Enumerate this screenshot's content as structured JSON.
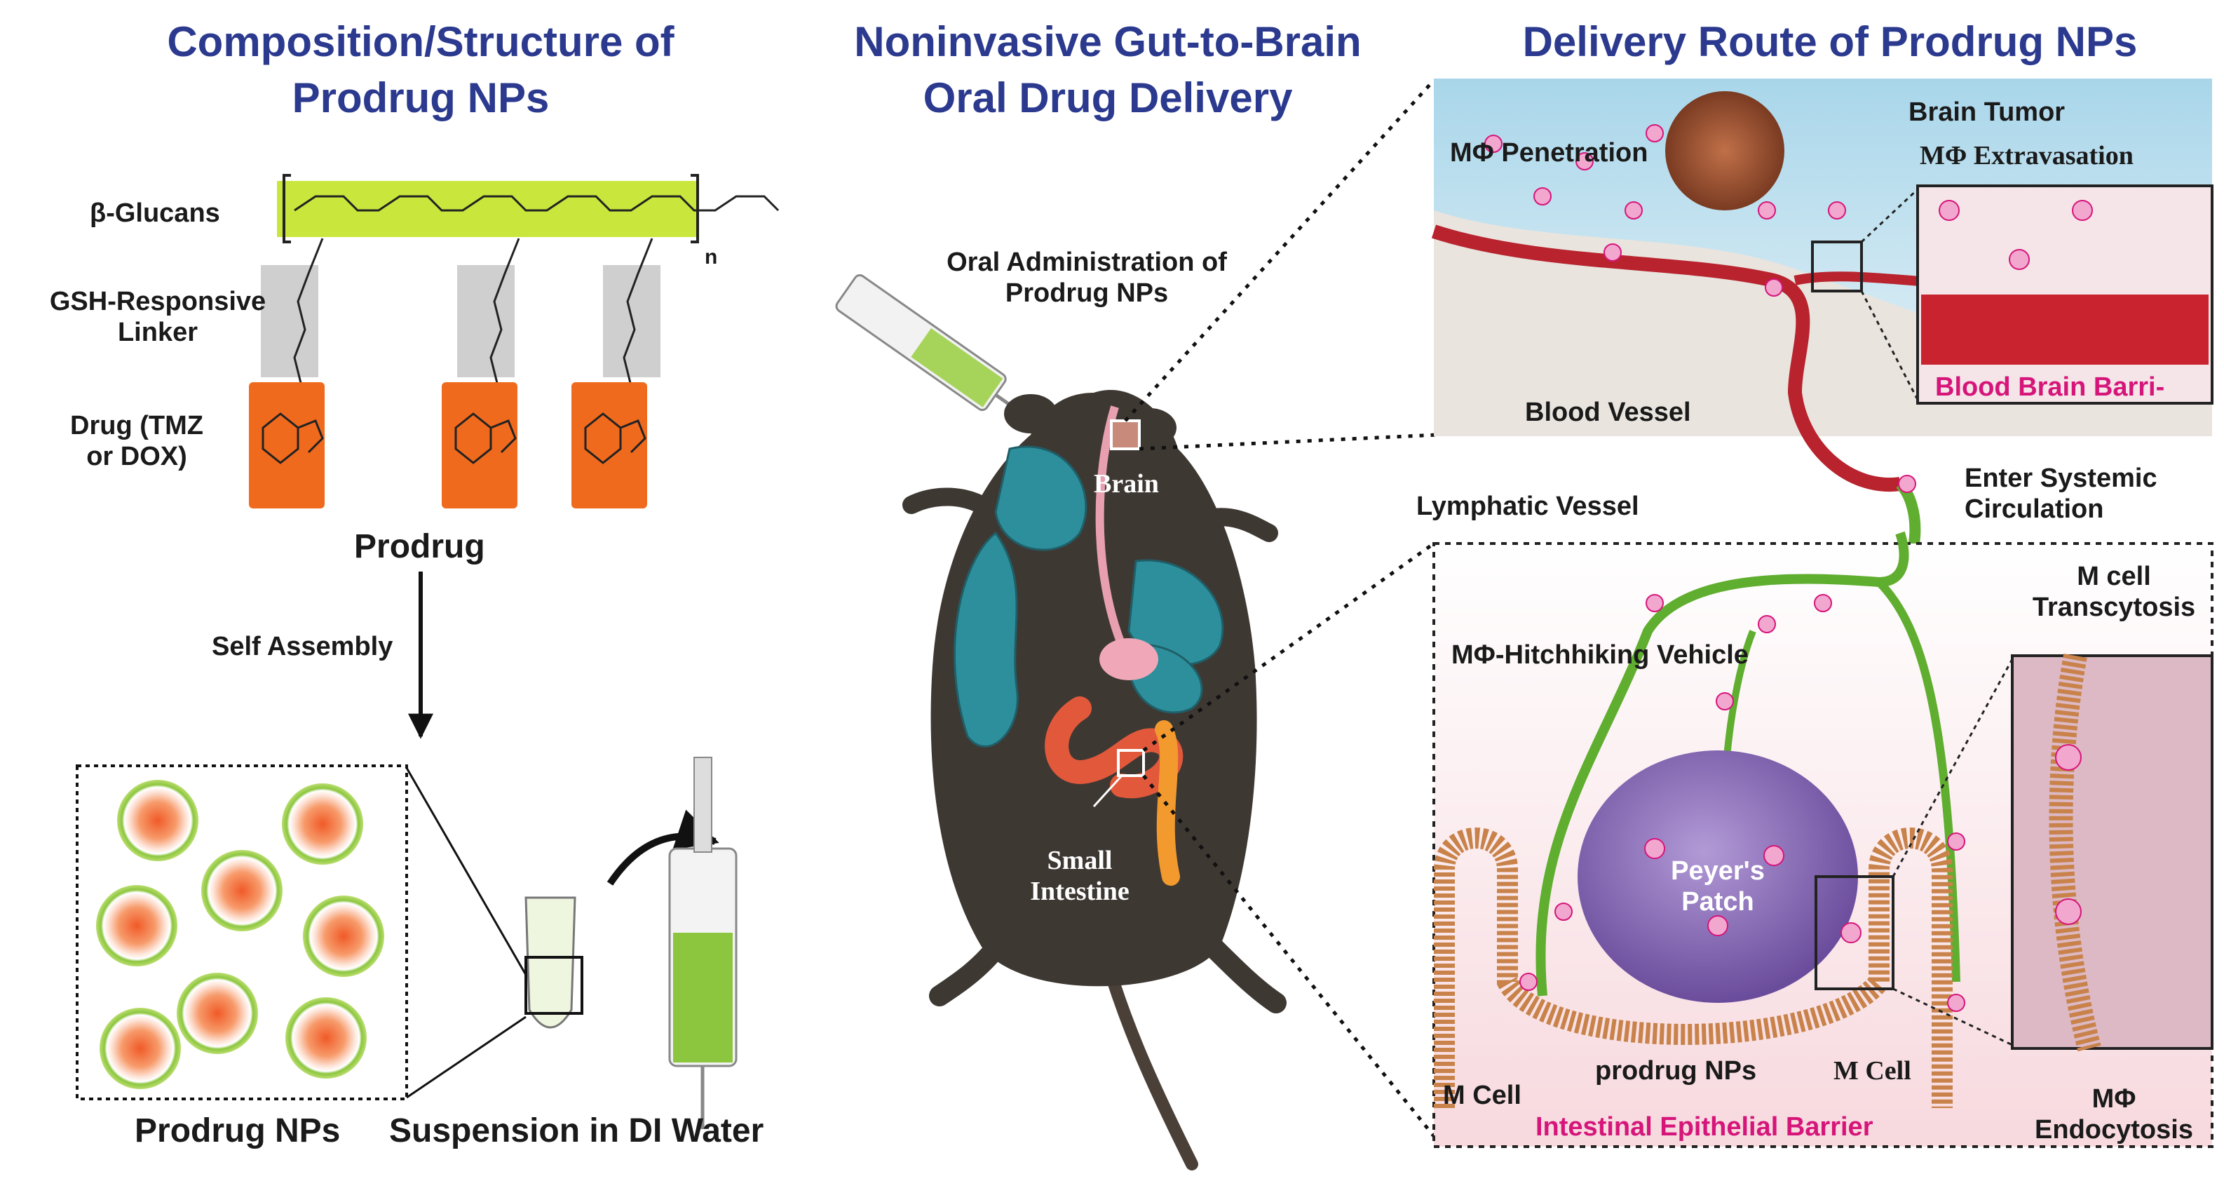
{
  "titles": {
    "left": "Composition/Structure of Prodrug NPs",
    "middle": "Noninvasive Gut-to-Brain Oral Drug Delivery",
    "right": "Delivery Route of Prodrug NPs"
  },
  "composition": {
    "beta_glucans": "β-Glucans",
    "linker": "GSH-Responsive Linker",
    "drug": "Drug (TMZ or DOX)",
    "prodrug": "Prodrug",
    "self_assembly": "Self Assembly",
    "prodrug_nps": "Prodrug NPs",
    "suspension": "Suspension in DI Water",
    "repeat_n": "n"
  },
  "mouse": {
    "oral_admin": "Oral Administration of Prodrug NPs",
    "brain": "Brain",
    "small_intestine": "Small Intestine"
  },
  "route": {
    "brain_tumor": "Brain Tumor",
    "penetration": "MΦ Penetration",
    "extravasation": "MΦ Extravasation",
    "bbb": "Blood Brain Barri-",
    "blood_vessel": "Blood Vessel",
    "enter_systemic": "Enter Systemic Circulation",
    "lymphatic": "Lymphatic Vessel",
    "m_cell_transcytosis": "M cell Transcytosis",
    "hitchhiking": "MΦ-Hitchhiking Vehicle",
    "peyers_patch": "Peyer's Patch",
    "m_cell_left": "M Cell",
    "prodrug_nps": "prodrug NPs",
    "m_cell_mid": "M Cell",
    "ieb": "Intestinal Epithelial Barrier",
    "endocytosis": "MΦ Endocytosis"
  },
  "colors": {
    "title_blue": "#2b3a8f",
    "glucan_green": "#c8e63c",
    "linker_gray": "#cfcfcf",
    "drug_orange": "#f06a1e",
    "barrier_pink": "#d6157a",
    "lymph_green": "#5fae2f",
    "vessel_red": "#b8232e",
    "mouse_dark": "#3e3833",
    "organ_teal": "#2e8f9c",
    "patch_purple": "#8a6bb8"
  }
}
